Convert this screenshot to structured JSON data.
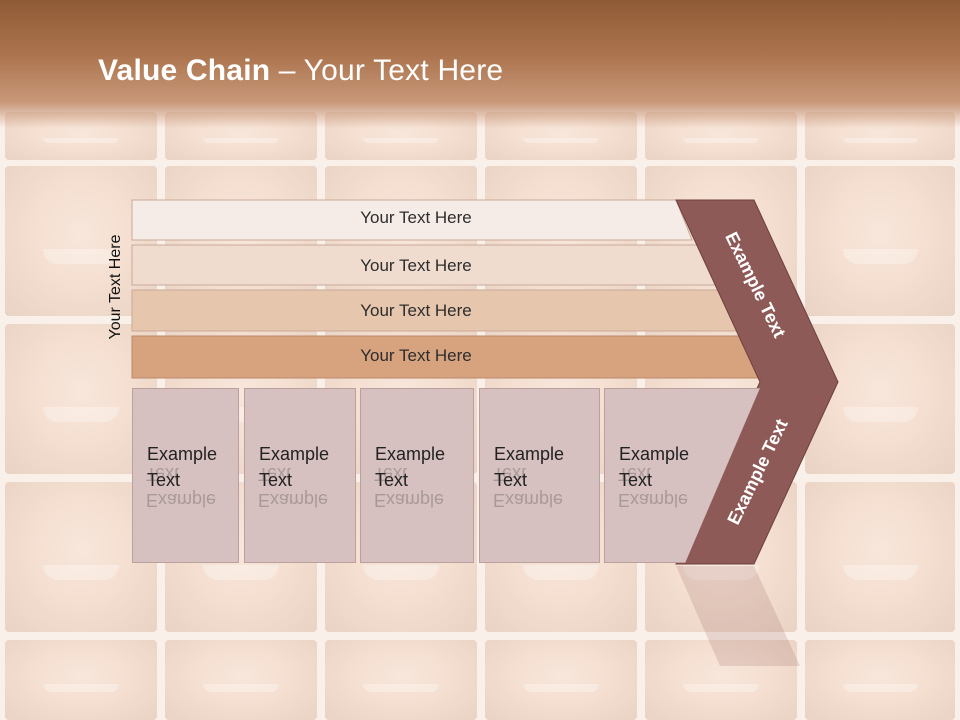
{
  "slide": {
    "title_bold": "Value Chain",
    "title_rest": " – Your Text Here",
    "side_label": "Your Text Here"
  },
  "bars": [
    {
      "label": "Your Text Here",
      "color": "#f6ece7"
    },
    {
      "label": "Your Text Here",
      "color": "#efdccf"
    },
    {
      "label": "Your Text Here",
      "color": "#e6c6ac"
    },
    {
      "label": "Your Text Here",
      "color": "#d7a27e"
    }
  ],
  "boxes": [
    {
      "label": "Example Text"
    },
    {
      "label": "Example Text"
    },
    {
      "label": "Example Text"
    },
    {
      "label": "Example Text"
    },
    {
      "label": "Example Text"
    }
  ],
  "chevron": {
    "upper_label": "Example Text",
    "lower_label": "Example Text",
    "color": "#8e5a57"
  }
}
